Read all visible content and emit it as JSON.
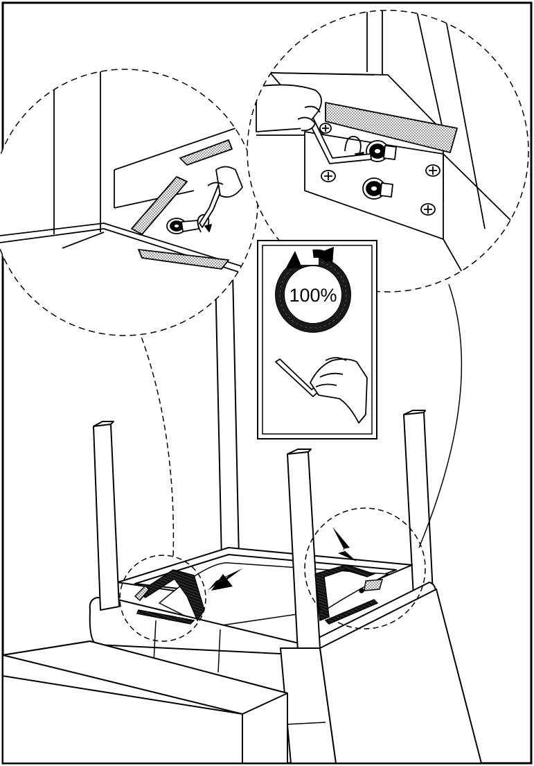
{
  "instruction_panel": {
    "tighten_percent_label": "100%",
    "tool_icon": "allen-key-icon",
    "rotation_icon": "clockwise-arrow-icon"
  },
  "colors": {
    "line": "#000000",
    "background": "#ffffff",
    "ring_fill": "#1a1a1a"
  },
  "callouts": [
    {
      "name": "left-bracket-detail"
    },
    {
      "name": "right-bracket-detail"
    }
  ]
}
